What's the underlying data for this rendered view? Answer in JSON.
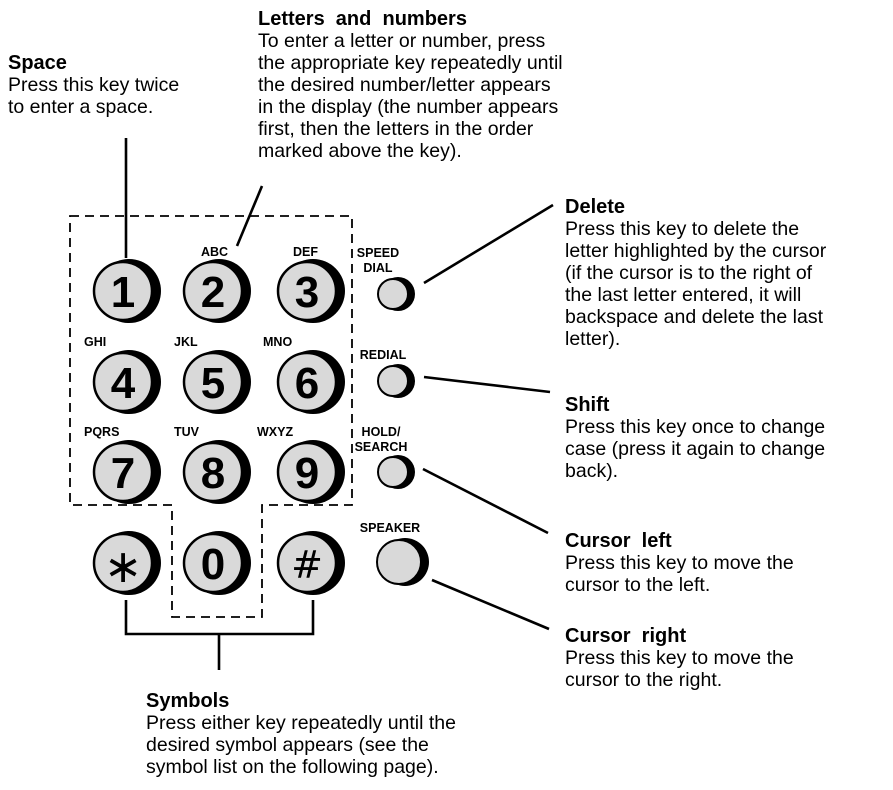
{
  "callouts": {
    "space": {
      "title": "Space",
      "lines": [
        "Press this key twice",
        "to enter a space."
      ]
    },
    "letters": {
      "title": "Letters  and  numbers",
      "lines": [
        "To enter a letter or number, press",
        "the appropriate key repeatedly until",
        "the desired number/letter appears",
        "in the display (the number appears",
        "first, then the letters in the order",
        "marked above the key)."
      ]
    },
    "delete": {
      "title": "Delete",
      "lines": [
        "Press this key to delete the",
        "letter highlighted by the cursor",
        "(if the cursor is to the right of",
        "the last letter entered, it will",
        "backspace and delete the last",
        "letter)."
      ]
    },
    "shift": {
      "title": "Shift",
      "lines": [
        "Press this key once to change",
        "case (press it again to change",
        "back)."
      ]
    },
    "cursor_left": {
      "title": "Cursor  left",
      "lines": [
        "Press this key to move the",
        "cursor to the left."
      ]
    },
    "cursor_right": {
      "title": "Cursor  right",
      "lines": [
        "Press this key to move the",
        "cursor to the right."
      ]
    },
    "symbols": {
      "title": "Symbols",
      "lines": [
        "Press either key repeatedly until the",
        "desired symbol appears (see the",
        "symbol list on the following page)."
      ]
    }
  },
  "keys": {
    "k1": {
      "digit": "1",
      "letters": ""
    },
    "k2": {
      "digit": "2",
      "letters": "ABC"
    },
    "k3": {
      "digit": "3",
      "letters": "DEF"
    },
    "k4": {
      "digit": "4",
      "letters": "GHI"
    },
    "k5": {
      "digit": "5",
      "letters": "JKL"
    },
    "k6": {
      "digit": "6",
      "letters": "MNO"
    },
    "k7": {
      "digit": "7",
      "letters": "PQRS"
    },
    "k8": {
      "digit": "8",
      "letters": "TUV"
    },
    "k9": {
      "digit": "9",
      "letters": "WXYZ"
    },
    "kstar": {
      "digit": "∗",
      "letters": ""
    },
    "k0": {
      "digit": "0",
      "letters": ""
    },
    "khash": {
      "digit": "#",
      "letters": ""
    }
  },
  "side_keys": {
    "speed_dial": {
      "label1": "SPEED",
      "label2": "DIAL"
    },
    "redial": {
      "label1": "REDIAL"
    },
    "hold_search": {
      "label1": "HOLD/",
      "label2": "SEARCH"
    },
    "speaker": {
      "label1": "SPEAKER"
    }
  },
  "colors": {
    "key_fill": "#d9d9d9",
    "stroke": "#000000"
  }
}
